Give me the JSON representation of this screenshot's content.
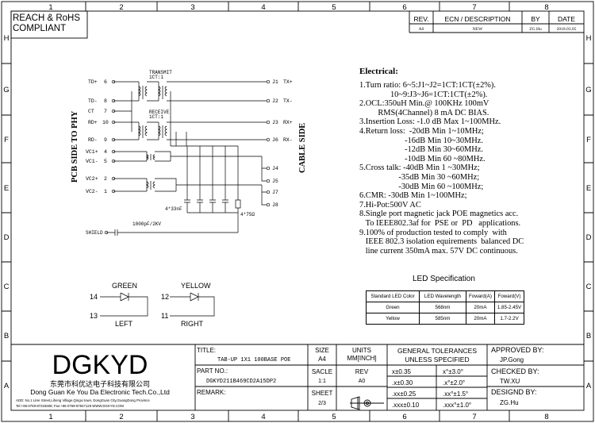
{
  "border": {
    "columns": [
      "1",
      "2",
      "3",
      "4",
      "5",
      "6",
      "7",
      "8"
    ],
    "rows": [
      "H",
      "G",
      "F",
      "E",
      "D",
      "C",
      "B",
      "A"
    ]
  },
  "compliance": "REACH & RoHS\nCOMPLIANT",
  "revision_block": {
    "headers": {
      "rev": "REV.",
      "ecn": "ECN / DESCRIPTION",
      "by": "BY",
      "date": "DATE"
    },
    "row": {
      "rev": "A0",
      "ecn": "NEW",
      "by": "ZG.Hu",
      "date": "2018.03.05"
    }
  },
  "schematic": {
    "pcb_side": "PCB SIDE TO PHY",
    "cable_side": "CABLE SIDE",
    "transmit": "TRANSMIT",
    "transmit_ratio": "1CT:1",
    "receive": "RECEIVE",
    "receive_ratio": "1CT:1",
    "left_pins": [
      {
        "name": "TD+",
        "num": "6"
      },
      {
        "name": "TD-",
        "num": "8"
      },
      {
        "name": "CT",
        "num": "7"
      },
      {
        "name": "RD+",
        "num": "10"
      },
      {
        "name": "RD-",
        "num": "9"
      },
      {
        "name": "VC1+",
        "num": "4"
      },
      {
        "name": "VC1-",
        "num": "5"
      },
      {
        "name": "VC2+",
        "num": "2"
      },
      {
        "name": "VC2-",
        "num": "1"
      }
    ],
    "right_pins": [
      {
        "name": "J1",
        "sig": "TX+"
      },
      {
        "name": "J2",
        "sig": "TX-"
      },
      {
        "name": "J3",
        "sig": "RX+"
      },
      {
        "name": "J6",
        "sig": "RX-"
      },
      {
        "name": "J4",
        "sig": ""
      },
      {
        "name": "J5",
        "sig": ""
      },
      {
        "name": "J7",
        "sig": ""
      },
      {
        "name": "J8",
        "sig": ""
      }
    ],
    "res_left": "4*33nF",
    "res_right": "4*75Ω",
    "cap_label": "1000pF/2KV",
    "shield": "SHIELD"
  },
  "leds": {
    "green": {
      "label": "GREEN",
      "pin_a": "14",
      "pin_b": "13",
      "side": "LEFT"
    },
    "yellow": {
      "label": "YELLOW",
      "pin_a": "12",
      "pin_b": "11",
      "side": "RIGHT"
    }
  },
  "electrical": {
    "title": "Electrical:",
    "lines": [
      "1.Turn ratio: 6~5:J1~J2=1CT:1CT(±2%).",
      "               10~9:J3~J6=1CT:1CT(±2%).",
      "2.OCL:350uH Min.@ 100KHz 100mV",
      "         RMS(4Channel) 8 mA DC BIAS.",
      "3.Insertion Loss: -1.0 dB Max 1~100MHz.",
      "4.Return loss:  -20dB Min 1~10MHz;",
      "                      -16dB Min 10~30MHz.",
      "                      -12dB Min 30~60MHz.",
      "                      -10dB Min 60 ~80MHz.",
      "5.Cross talk: -40dB Min 1 ~30MHz;",
      "                   -35dB Min 30 ~60MHz;",
      "                   -30dB Min 60 ~100MHz;",
      "6.CMR: -30dB Min 1~100MHz;",
      "7.Hi-Pot:500V AC",
      "8.Single port magnetic jack POE magnetics acc.",
      "   To IEEE802.3af for  PSE or  PD   applications.",
      "9.100% of production tested to comply  with",
      "   IEEE 802.3 isolation equirements  balanced DC",
      "   line current 350mA max. 57V DC continuous."
    ]
  },
  "led_spec": {
    "title": "LED Specification",
    "headers": [
      "Standard LED Color",
      "LED Wavelength",
      "Foward(A)",
      "Foward(V)"
    ],
    "rows": [
      [
        "Green",
        "568nm",
        "20mA",
        "1.85-2.45V"
      ],
      [
        "Yellow",
        "585nm",
        "20mA",
        "1.7-2.2V"
      ]
    ]
  },
  "title_block": {
    "logo": "DGKYD",
    "company_cn": "东莞市科优达电子科技有限公司",
    "company_en": "Dong Guan Ke You Da Electronic Tech.Co.,Ltd",
    "address": "ADD: No.1 LiHe Street,Liheng Village,Qingxi town, DongGuan City,GuangDong Province",
    "contact": "Tel:+86-0769-87334608; Fax:+86-0769-87847129  WWW.DGKYD.COM",
    "title_label": "TITLE:",
    "title_value": "TAB-UP 1X1 100BASE POE",
    "part_label": "PART NO.:",
    "part_value": "DGKYD211B469CD2A15DP2",
    "remark_label": "REMARK:",
    "size_label": "SIZE",
    "size_value": "A4",
    "scale_label": "SACLE",
    "scale_value": "1:1",
    "sheet_label": "SHEET",
    "sheet_value": "2/3",
    "units_label": "UNITS\nMM[INCH]",
    "rev_label": "REV",
    "rev_value": "A0",
    "tol_title": "GENERAL TOLERANCES\nUNLESS SPECIFIED",
    "tolerances": [
      [
        "x±0.35",
        "x°±3.0°"
      ],
      [
        ".x±0.30",
        ".x°±2.0°"
      ],
      [
        ".xx±0.25",
        ".xx°±1.5°"
      ],
      [
        ".xxx±0.10",
        ".xxx°±1.0°"
      ]
    ],
    "approved_label": "APPROVED BY:",
    "approved_value": "JP.Gong",
    "checked_label": "CHECKED BY:",
    "checked_value": "TW.XU",
    "design_label": "DESIGND BY:",
    "design_value": "ZG.Hu"
  }
}
